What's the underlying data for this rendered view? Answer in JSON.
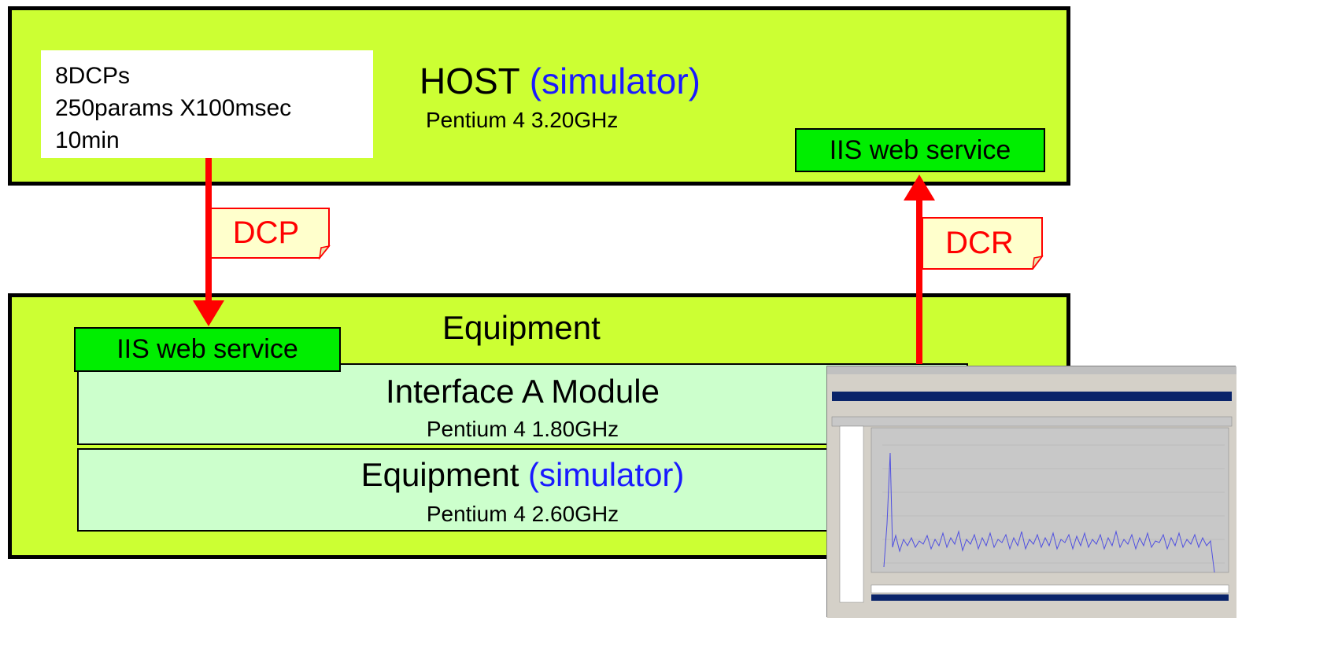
{
  "host": {
    "title": "HOST",
    "title_suffix": "(simulator)",
    "cpu": "Pentium 4   3.20GHz",
    "service": "IIS web service",
    "note_lines": [
      "8DCPs",
      "250params X100msec",
      "10min"
    ]
  },
  "arrows": {
    "down_label": "DCP",
    "up_label": "DCR",
    "color": "#ff0000"
  },
  "equipment": {
    "title": "Equipment",
    "service": "IIS web service",
    "interface_module": {
      "title": "Interface A Module",
      "cpu": "Pentium 4   1.80GHz"
    },
    "simulator": {
      "title": "Equipment",
      "title_suffix": "(simulator)",
      "cpu": "Pentium 4   2.60GHz"
    }
  },
  "colors": {
    "lime": "#ccff33",
    "green_button": "#00ee00",
    "module": "#ccffcc",
    "simulator_text": "#1a1aff"
  },
  "screenshot": {
    "description_icon": "performance-monitor-window"
  }
}
